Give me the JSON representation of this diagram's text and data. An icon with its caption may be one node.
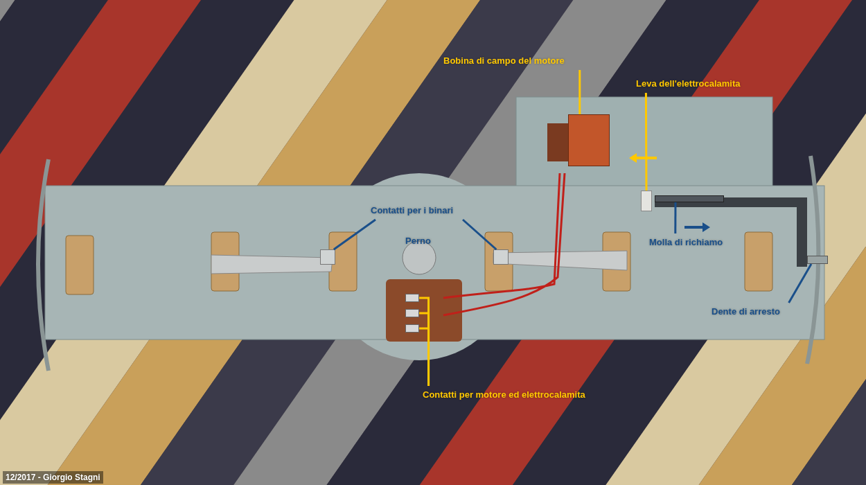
{
  "diagram": {
    "caption": "12/2017 - Giorgio Stagni",
    "nodes": [
      {
        "text": [
          "Bobina di campo del motore"
        ]
      },
      {
        "text": [],
        "shape": "box"
      },
      {
        "text": [
          "Leva dell'elettrocalamita"
        ]
      },
      {
        "text": [],
        "shape": "box"
      },
      {
        "text": [
          "Contatti per i binari"
        ]
      },
      {
        "text": [],
        "shape": "box"
      },
      {
        "text": [],
        "shape": "box"
      },
      {
        "text": [
          "Molla di richiamo"
        ]
      },
      {
        "text": [],
        "shape": "box"
      },
      {
        "text": [
          "Dente di arresto"
        ]
      },
      {
        "text": [],
        "shape": "box"
      },
      {
        "text": [
          "Contatti per motore ed elettrocalamita"
        ]
      },
      {
        "text": [],
        "shape": "box"
      },
      {
        "text": [],
        "shape": "box"
      },
      {
        "text": [],
        "shape": "box"
      }
    ],
    "edges": [
      {
        "from": 0,
        "to": 1,
        "arrow": "none"
      },
      {
        "from": 2,
        "to": 3,
        "arrow": "none"
      },
      {
        "from": 4,
        "to": 5,
        "arrow": "none",
        "color": "#1a4f8a"
      },
      {
        "from": 4,
        "to": 6,
        "arrow": "none",
        "color": "#1a4f8a"
      },
      {
        "from": 7,
        "to": 8,
        "arrow": "none",
        "color": "#1a4f8a"
      },
      {
        "from": 9,
        "to": 10,
        "arrow": "none",
        "color": "#1a4f8a"
      },
      {
        "from": 11,
        "to": 12,
        "arrow": "none"
      },
      {
        "from": 11,
        "to": 13,
        "arrow": "none"
      },
      {
        "from": 11,
        "to": 14,
        "arrow": "none"
      }
    ],
    "labels": [
      "Perno"
    ]
  }
}
